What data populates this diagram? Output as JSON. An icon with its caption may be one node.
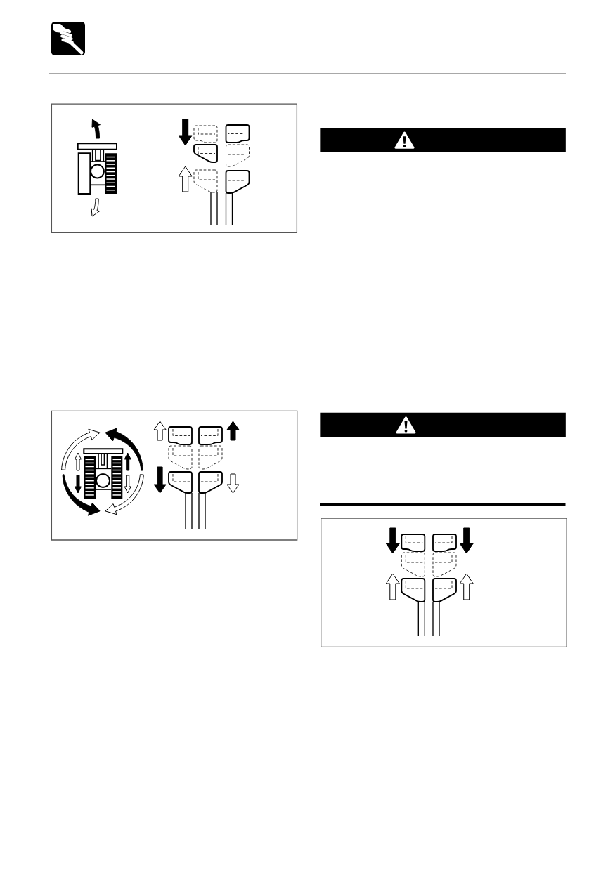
{
  "diagram": {
    "nodes": [
      {
        "text": [],
        "shape": "picture"
      },
      {
        "text": [],
        "shape": "bar"
      },
      {
        "text": [],
        "shape": "picture"
      },
      {
        "text": [],
        "shape": "bar"
      },
      {
        "text": [],
        "shape": "picture"
      }
    ]
  }
}
